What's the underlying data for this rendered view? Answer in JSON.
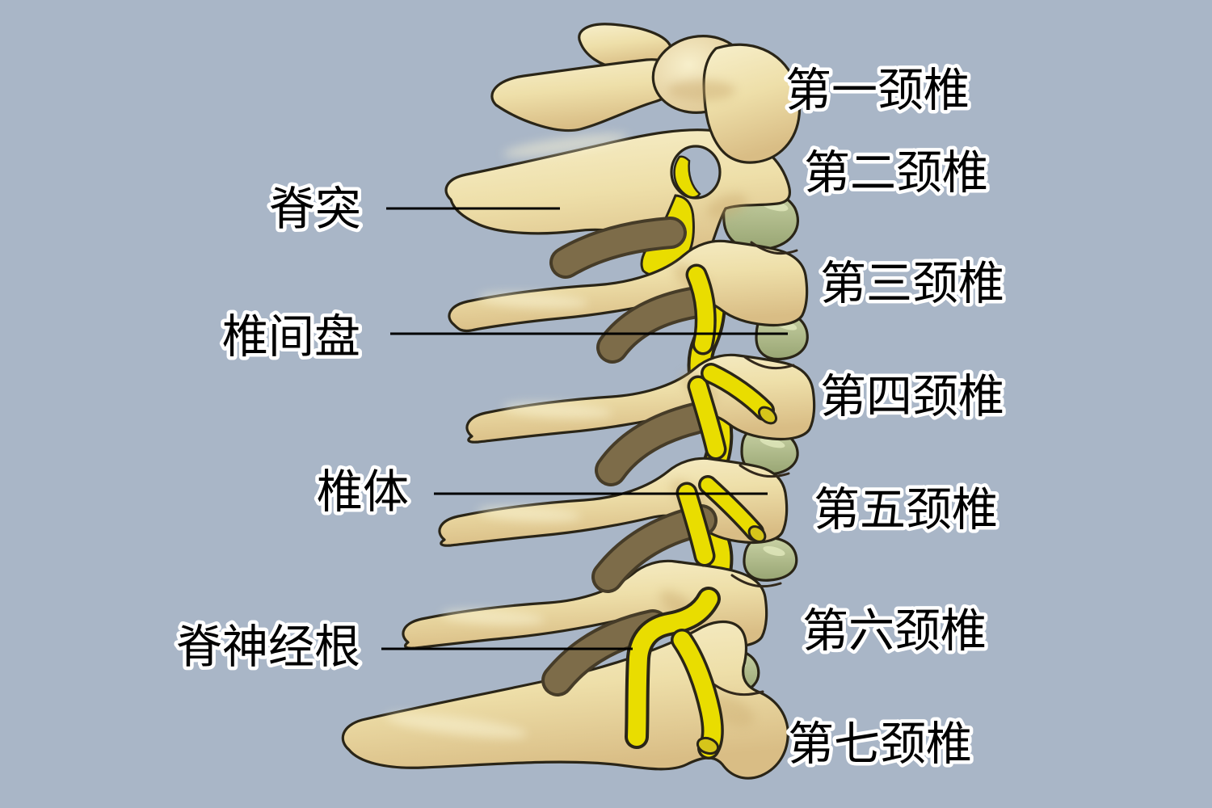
{
  "figure": {
    "description": "Lateral view diagram of the seven cervical vertebrae with spinal nerve roots and intervertebral discs"
  },
  "colors": {
    "background": "#a9b6c7",
    "bone_light": "#f7efcb",
    "bone_mid": "#eedfa9",
    "bone_dark": "#d9bd85",
    "bone_deep": "#c9a86c",
    "outline": "#2a2517",
    "nerve_yellow": "#e9dd00",
    "nerve_yellow_dark": "#2a2517",
    "nerve_cap": "#d6c51a",
    "disc_green_light": "#c8d1a4",
    "disc_green_dark": "#98a573",
    "disc_gloss": "#dde4b8",
    "interlaminar_shadow": "#7d6c49",
    "interlaminar_edge": "#463c28",
    "label_fill": "#000000",
    "label_halo": "#ffffff",
    "leader_line": "#000000"
  },
  "annotations": {
    "left": [
      {
        "label": "脊突"
      },
      {
        "label": "椎间盘"
      },
      {
        "label": "椎体"
      },
      {
        "label": "脊神经根"
      }
    ],
    "right": [
      {
        "label": "第一颈椎"
      },
      {
        "label": "第二颈椎"
      },
      {
        "label": "第三颈椎"
      },
      {
        "label": "第四颈椎"
      },
      {
        "label": "第五颈椎"
      },
      {
        "label": "第六颈椎"
      },
      {
        "label": "第七颈椎"
      }
    ]
  }
}
